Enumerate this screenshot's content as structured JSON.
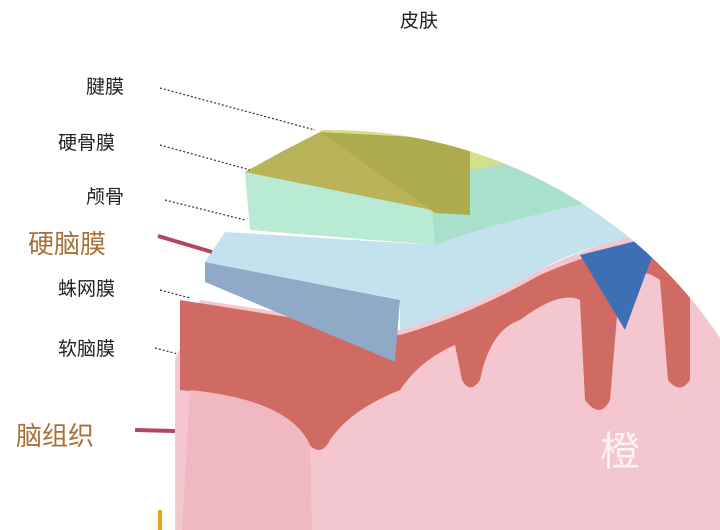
{
  "labels": {
    "skin": "皮肤",
    "aponeurosis": "腱膜",
    "periosteum": "硬骨膜",
    "skull": "颅骨",
    "dura_mater": "硬脑膜",
    "arachnoid": "蛛网膜",
    "pia_mater": "软脑膜",
    "brain_tissue": "脑组织"
  },
  "watermark": "橙",
  "colors": {
    "skin_top": "#d4df8c",
    "skin_front": "#b9b45a",
    "bone": "#b8ead4",
    "dura": "#c4e2ee",
    "arachnoid": "#8fa9c6",
    "brain_outer": "#cf6b62",
    "brain_inner": "#f4c6cf",
    "highlight_label": "#a8703a"
  }
}
